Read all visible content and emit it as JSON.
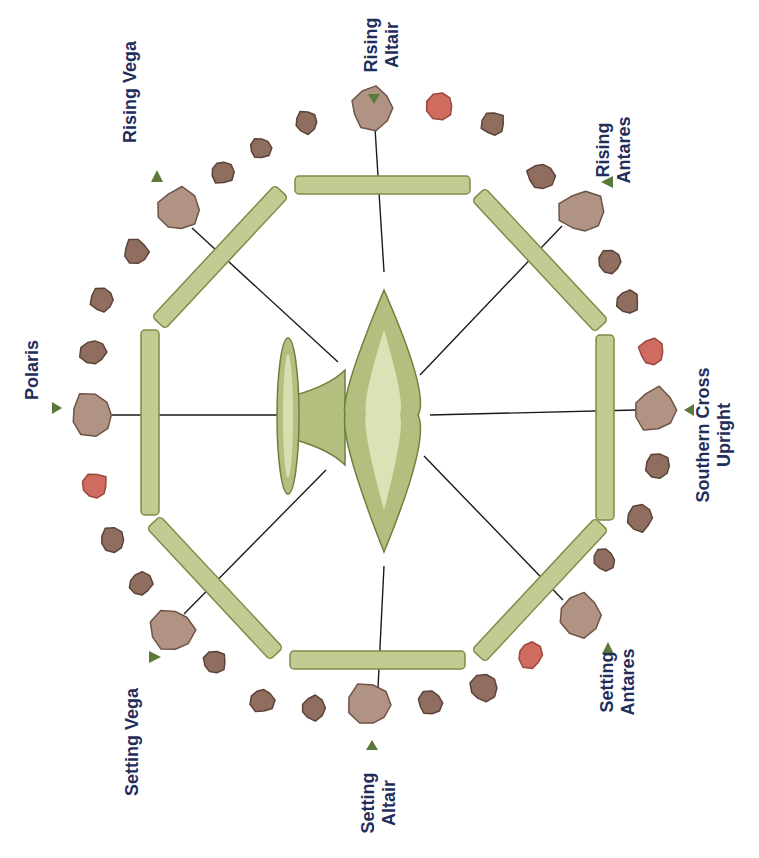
{
  "diagram": {
    "labels": [
      "Rising Vega",
      "Rising Altair",
      "Rising Antares",
      "Polaris",
      "Southern Cross Upright",
      "Setting Vega",
      "Setting Altair",
      "Setting Antares"
    ]
  }
}
